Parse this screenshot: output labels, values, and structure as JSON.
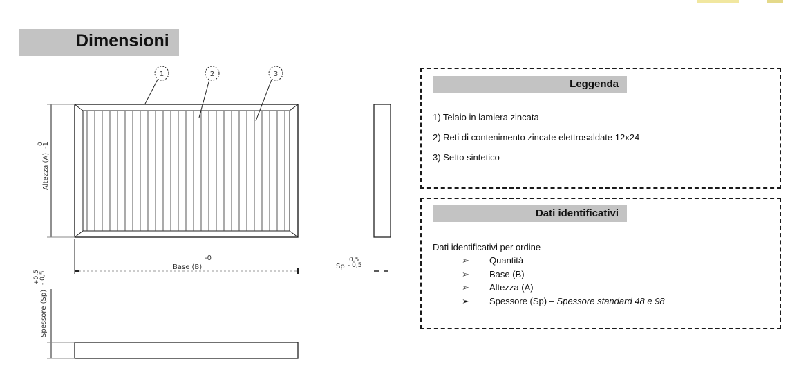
{
  "header": {
    "title": "Dimensioni"
  },
  "drawing": {
    "callouts": [
      "1",
      "2",
      "3"
    ],
    "height_label": "Altezza (A)",
    "height_tolerance": "-1",
    "height_tolerance_top": "0",
    "base_label": "Base (B)",
    "base_tolerance": "-0",
    "thickness_label": "Spessore (Sp)",
    "thickness_tol_plus": "+0,5",
    "thickness_tol_minus": "- 0,5",
    "sp_label": "Sp",
    "sp_tol_plus": "0,5",
    "sp_tol_minus": "- 0,5"
  },
  "legend": {
    "heading": "Leggenda",
    "items": [
      "1) Telaio in lamiera zincata",
      "2) Reti di contenimento zincate elettrosaldate 12x24",
      "3) Setto sintetico"
    ]
  },
  "identification": {
    "heading": "Dati identificativi",
    "intro": "Dati identificativi per ordine",
    "bullet_icon": "arrow-bullet-icon",
    "bullet_glyph": "➢",
    "items": [
      "Quantità",
      "Base (B)",
      "Altezza (A)"
    ],
    "last_item_label": "Spessore (Sp) – ",
    "last_item_note": "Spessore standard  48 e 98"
  }
}
